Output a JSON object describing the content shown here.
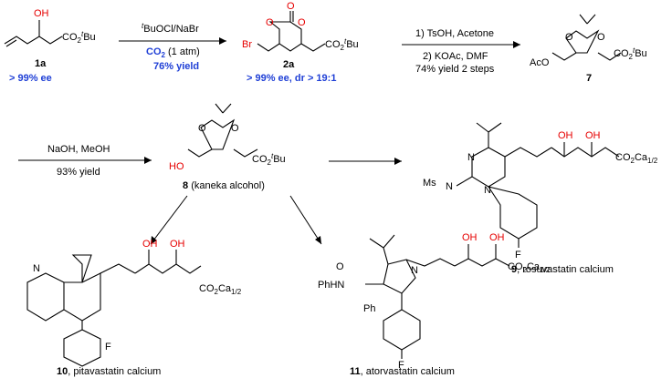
{
  "compounds": {
    "c1a": {
      "number": "1a",
      "ee": "> 99% ee"
    },
    "c2a": {
      "number": "2a",
      "ee_dr": "> 99% ee, dr > 19:1"
    },
    "c7": {
      "number": "7"
    },
    "c8": {
      "number": "8",
      "name": "(kaneka alcohol)"
    },
    "c9": {
      "number": "9",
      "name": ", rosuvastatin calcium"
    },
    "c10": {
      "number": "10",
      "name": ", pitavastatin calcium"
    },
    "c11": {
      "number": "11",
      "name": ", atorvastatin calcium"
    }
  },
  "steps": {
    "step1": {
      "reagent": "BuOCl/NaBr",
      "reagent_prefix": "t",
      "co2": "CO",
      "co2_sub": "2",
      "co2_tail": " (1 atm)",
      "yield": "76% yield"
    },
    "step2": {
      "line1": "1) TsOH, Acetone",
      "line2": "2) KOAc, DMF",
      "line3": "74% yield 2 steps"
    },
    "step3": {
      "line1": "NaOH, MeOH",
      "line2": "93% yield"
    }
  },
  "labels": {
    "oh": "OH",
    "o": "O",
    "br": "Br",
    "aco": "AcO",
    "ho": "HO",
    "ms": "Ms",
    "n": "N",
    "f": "F",
    "ph": "Ph",
    "phhn": "PhHN",
    "co2": "CO",
    "sub2": "2",
    "tbu_t": "t",
    "tbu_bu": "Bu",
    "ca": "Ca",
    "ca_sub": "1/2"
  },
  "colors": {
    "accent_blue": "#1f3fd6",
    "hydroxyl_red": "#e60000"
  }
}
